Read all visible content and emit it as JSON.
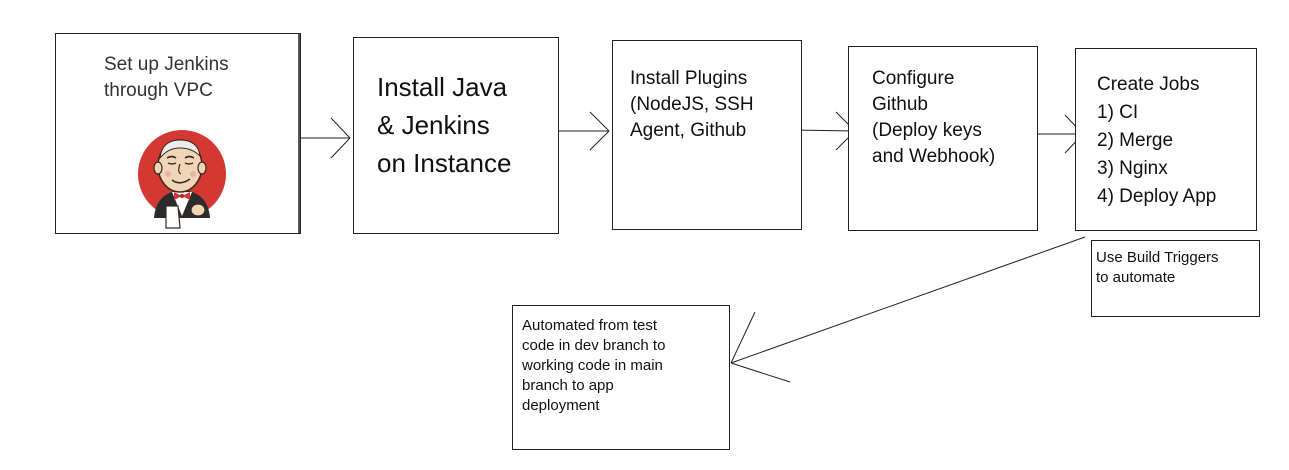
{
  "steps": {
    "setup": "Set up Jenkins\nthrough VPC",
    "install_java": "Install Java\n& Jenkins\non Instance",
    "plugins": "Install Plugins\n(NodeJS, SSH\nAgent, Github",
    "github": "Configure\nGithub\n(Deploy keys\nand Webhook)",
    "jobs": "Create Jobs\n1) CI\n2) Merge\n3) Nginx\n4) Deploy App"
  },
  "notes": {
    "triggers": "Use Build Triggers\nto automate",
    "automated": "Automated from test\ncode in dev branch to\nworking code in main\nbranch to app\ndeployment"
  },
  "icons": {
    "mascot": "jenkins-butler-icon"
  },
  "colors": {
    "mascot_red": "#d33833",
    "mascot_skin": "#f0d6b7",
    "mascot_dark": "#335061",
    "line": "#222222"
  }
}
